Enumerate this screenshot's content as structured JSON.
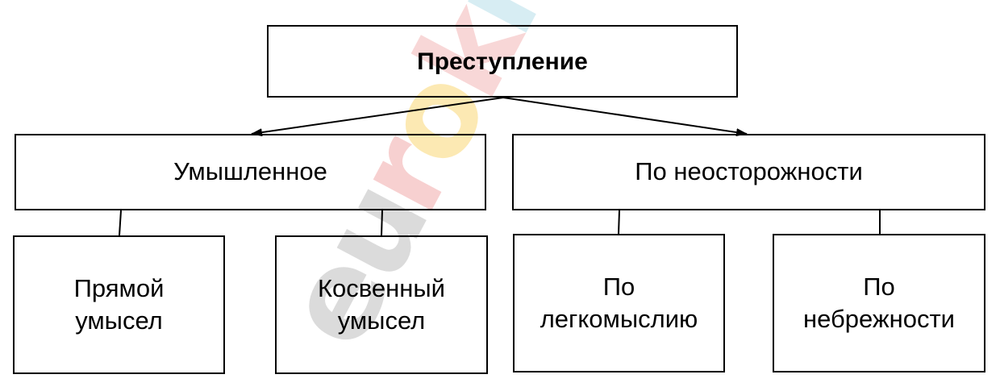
{
  "diagram": {
    "root": {
      "label": "Преступление"
    },
    "categories": [
      {
        "label": "Умышленное"
      },
      {
        "label": "По неосторожности"
      }
    ],
    "leaves": [
      {
        "label": "Прямой\nумысел"
      },
      {
        "label": "Косвенный\nумысел"
      },
      {
        "label": "По\nлегкомыслию"
      },
      {
        "label": "По\nнебрежности"
      }
    ]
  },
  "watermark": {
    "text": "euroki",
    "colors": [
      "#cccccc",
      "#f8c8c8",
      "#fbe9a3",
      "#c7eaf0"
    ]
  }
}
